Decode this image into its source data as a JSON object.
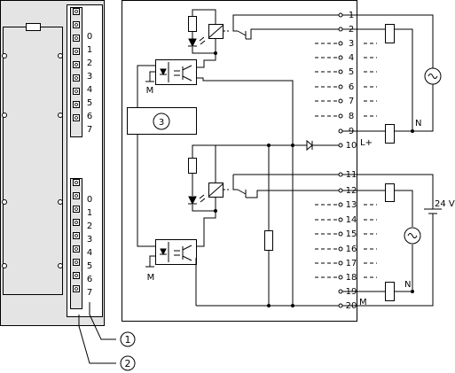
{
  "module": {
    "channels_group_a": [
      "0",
      "1",
      "2",
      "3",
      "4",
      "5",
      "6",
      "7"
    ],
    "channels_group_b": [
      "0",
      "1",
      "2",
      "3",
      "4",
      "5",
      "6",
      "7"
    ]
  },
  "terminals": {
    "numbers": [
      "1",
      "2",
      "3",
      "4",
      "5",
      "6",
      "7",
      "8",
      "9",
      "10",
      "11",
      "12",
      "13",
      "14",
      "15",
      "16",
      "17",
      "18",
      "19",
      "20"
    ],
    "supply_plus_label": "L+",
    "supply_minus_label": "M"
  },
  "circuit": {
    "controller_label": "3",
    "ground_label": "M",
    "neutral_label": "N",
    "supply_voltage": "24 V"
  },
  "callouts": {
    "callout_1": "1",
    "callout_2": "2"
  }
}
